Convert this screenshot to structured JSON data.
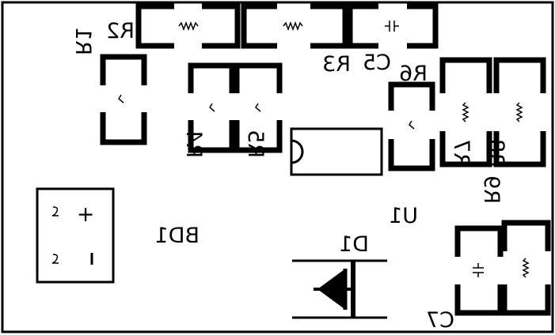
{
  "labels": {
    "R1": "R1",
    "R2": "R2",
    "R3": "R3",
    "R4": "R4",
    "R5": "R5",
    "R6": "R6",
    "R7": "R7",
    "R8": "R8",
    "R9": "R9",
    "C5": "C5",
    "C7": "C7",
    "U1": "U1",
    "D1": "D1",
    "BD1": "BD1"
  },
  "symbols": {
    "plus": "+",
    "minus": "-",
    "polarized_cap": "+|"
  },
  "colors": {
    "silkscreen": "#000000",
    "board": "#ffffff"
  }
}
